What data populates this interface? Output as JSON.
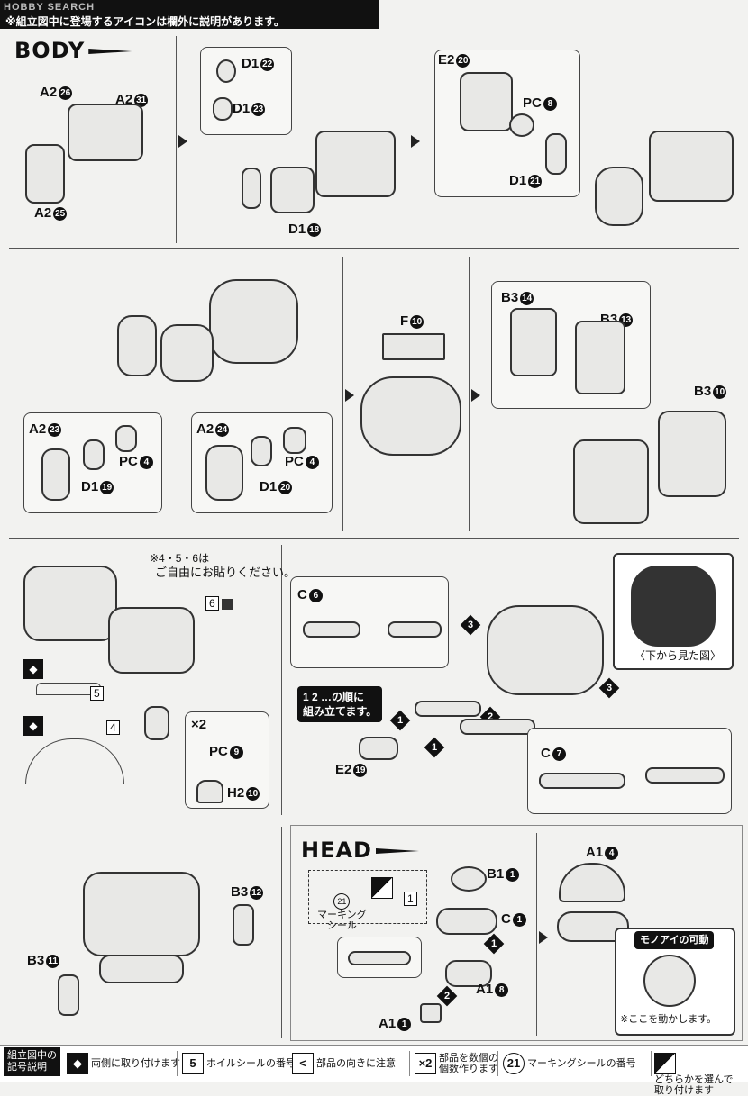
{
  "header": {
    "watermark": "HOBBY SEARCH",
    "note": "※組立図中に登場するアイコンは欄外に説明があります。"
  },
  "sections": {
    "body_title": "BODY",
    "head_title": "HEAD"
  },
  "parts": {
    "a2_26": "A2",
    "a2_26_n": "26",
    "a2_31": "A2",
    "a2_31_n": "31",
    "a2_25": "A2",
    "a2_25_n": "25",
    "d1_22": "D1",
    "d1_22_n": "22",
    "d1_23": "D1",
    "d1_23_n": "23",
    "d1_18": "D1",
    "d1_18_n": "18",
    "e2_20": "E2",
    "e2_20_n": "20",
    "pc_8": "PC",
    "pc_8_n": "8",
    "d1_21": "D1",
    "d1_21_n": "21",
    "a2_23": "A2",
    "a2_23_n": "23",
    "pc_4a": "PC",
    "pc_4a_n": "4",
    "d1_19": "D1",
    "d1_19_n": "19",
    "a2_24": "A2",
    "a2_24_n": "24",
    "pc_4b": "PC",
    "pc_4b_n": "4",
    "d1_20": "D1",
    "d1_20_n": "20",
    "f_10": "F",
    "f_10_n": "10",
    "b3_14": "B3",
    "b3_14_n": "14",
    "b3_13": "B3",
    "b3_13_n": "13",
    "b3_10": "B3",
    "b3_10_n": "10",
    "c_6": "C",
    "c_6_n": "6",
    "c_7": "C",
    "c_7_n": "7",
    "e2_19": "E2",
    "e2_19_n": "19",
    "pc_9": "PC",
    "pc_9_n": "9",
    "h2_10": "H2",
    "h2_10_n": "10",
    "b3_12": "B3",
    "b3_12_n": "12",
    "b3_11": "B3",
    "b3_11_n": "11",
    "a1_4": "A1",
    "a1_4_n": "4",
    "b1_1": "B1",
    "b1_1_n": "1",
    "c_1": "C",
    "c_1_n": "1",
    "a1_8": "A1",
    "a1_8_n": "8",
    "a1_1": "A1",
    "a1_1_n": "1"
  },
  "notes": {
    "seal_choice": "※4・5・6は",
    "seal_free": "ご自由にお貼りください。",
    "seal_label": "シール",
    "seal_6": "6",
    "seal_5": "5",
    "seal_4": "4",
    "seal_1": "1",
    "x2": "×2",
    "order_callout_1": "1 2 …の順に",
    "order_callout_2": "組み立てます。",
    "view_from_below": "〈下から見た図〉",
    "mono_eye": "モノアイの可動",
    "move_here": "※ここを動かします。",
    "marking_num": "21",
    "marking_label": "マーキング",
    "marking_label2": "シール",
    "step1": "1",
    "step2": "2",
    "step3": "3"
  },
  "legend": {
    "title1": "組立図中の",
    "title2": "記号説明",
    "both_sides": "両側に取り付けます",
    "seal_num_icon": "5",
    "seal_num": "ホイルシールの番号",
    "direction_icon": "<",
    "direction": "部品の向きに注意",
    "x2_icon": "×2",
    "x2_text1": "部品を数個の",
    "x2_text2": "個数作ります",
    "marking_icon": "21",
    "marking_text": "マーキングシールの番号",
    "choose_text1": "どちらかを選んで",
    "choose_text2": "取り付けます"
  }
}
